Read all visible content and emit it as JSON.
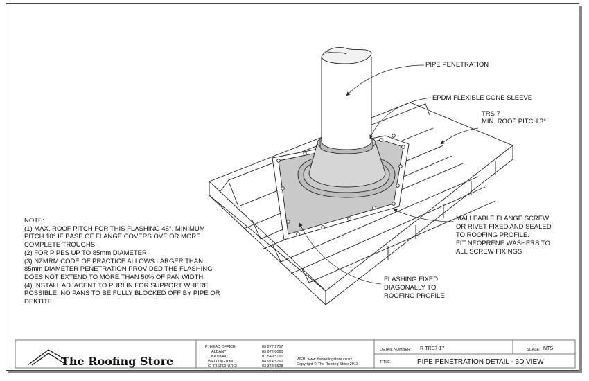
{
  "labels": {
    "pipe_penetration": "PIPE PENETRATION",
    "epdm_sleeve": "EPDM FLEXIBLE CONE SLEEVE",
    "trs_line1": "TRS 7",
    "trs_line2": "MIN. ROOF PITCH 3°",
    "malleable_1": "MALLEABLE FLANGE SCREW",
    "malleable_2": "OR RIVET FIXED AND SEALED",
    "malleable_3": "TO ROOFING PROFILE.",
    "malleable_4": "FIT NEOPRENE WASHERS TO",
    "malleable_5": "ALL SCREW FIXINGS",
    "flashing_1": "FLASHING FIXED",
    "flashing_2": "DIAGONALLY TO",
    "flashing_3": "ROOFING PROFILE"
  },
  "notes": [
    "NOTE:",
    "(1) MAX. ROOF PITCH FOR THIS FLASHING 45°, MINIMUM",
    "PITCH 10° IF BASE OF FLANGE COVERS OVE OR MORE",
    "COMPLETE TROUGHS.",
    "(2) FOR PIPES UP TO 85mm DIAMETER",
    "(3) NZMRM CODE OF PRACTICE ALLOWS LARGER THAN",
    "85mm DIAMETER PENETRATION PROVIDED THE FLASHING",
    "DOES NOT EXTEND TO MORE THAN 50% OF PAN WIDTH",
    "(4) INSTALL ADJACENT TO PURLIN FOR SUPPORT WHERE",
    "POSSIBLE. NO PANS TO BE FULLY BLOCKED OFF BY PIPE OR",
    "DEKTITE"
  ],
  "title_block": {
    "company": "The Roofing Store",
    "offices": [
      {
        "name": "P: HEAD OFFICE",
        "phone": "09 277 2717"
      },
      {
        "name": "ALBANY",
        "phone": "09 972 0060"
      },
      {
        "name": "KATIKATI",
        "phone": "07 549 5190"
      },
      {
        "name": "WELLINGTON",
        "phone": "04 974 5792"
      },
      {
        "name": "CHRISTCHURCH",
        "phone": "03 348 6528"
      }
    ],
    "web": "WEB: www.theroofingstore.co.nz",
    "copyright": "Copyright © The Roofing Store 2013",
    "detail_number_label": "DETAIL NUMBER:",
    "detail_number": "R-TRS7-17",
    "scale_label": "SCALE:",
    "scale": "NTS",
    "title_label": "TITLE:",
    "title": "PIPE PENETRATION DETAIL - 3D VIEW"
  },
  "colors": {
    "line": "#222222",
    "flange_fill": "#c9c9c9",
    "pipe_fill": "#ffffff"
  }
}
